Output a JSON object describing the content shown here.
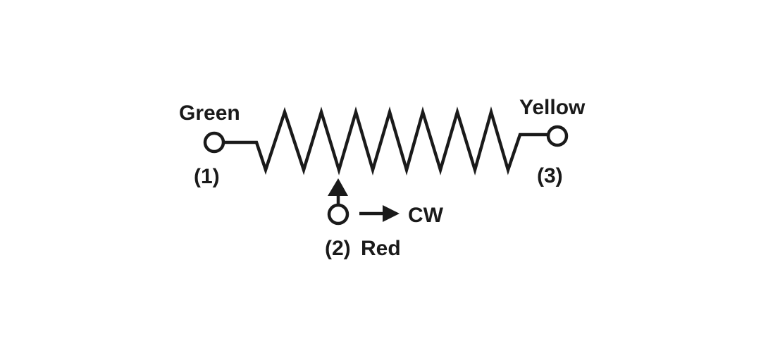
{
  "diagram": {
    "terminal_1": {
      "color_label": "Green",
      "number_label": "(1)"
    },
    "terminal_3": {
      "color_label": "Yellow",
      "number_label": "(3)"
    },
    "terminal_2": {
      "number_label": "(2)",
      "color_label": "Red"
    },
    "rotation_label": "CW",
    "ink_color": "#1a1a1a"
  }
}
